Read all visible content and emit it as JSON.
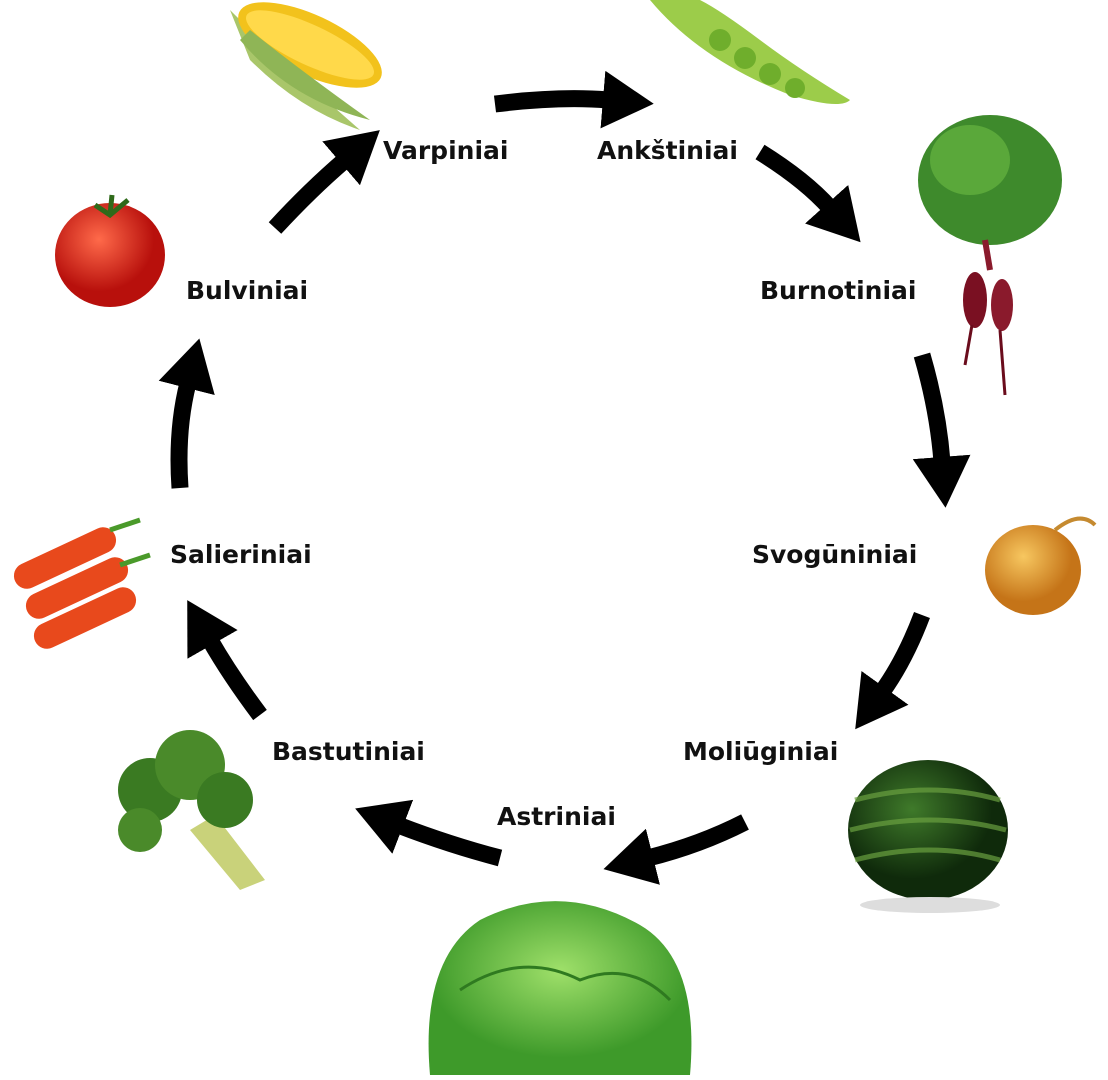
{
  "title": "Crop rotation cycle",
  "labels": {
    "varpiniai": "Varpiniai",
    "ankstiniai": "Ankštiniai",
    "burnotiniai": "Burnotiniai",
    "svoguniniai": "Svogūniniai",
    "moliuginiai": "Moliūginiai",
    "astriniai": "Astriniai",
    "bastutiniai": "Bastutiniai",
    "salieriniai": "Salieriniai",
    "bulviniai": "Bulviniai"
  },
  "colors": {
    "arrow": "#000000",
    "text": "#111111"
  }
}
